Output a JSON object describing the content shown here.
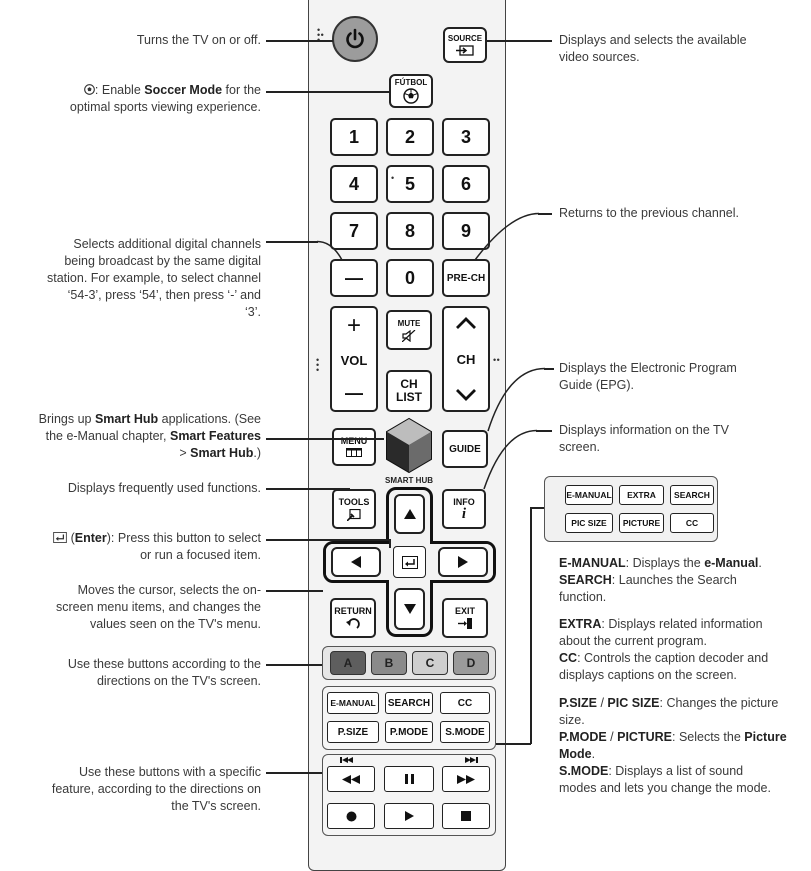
{
  "callouts_left": {
    "power": "Turns the TV on or off.",
    "soccer_prefix": ": Enable ",
    "soccer_bold": "Soccer Mode",
    "soccer_suffix": " for the",
    "soccer_line2": "optimal sports viewing experience.",
    "digital_channels": [
      "Selects additional digital channels",
      "being broadcast by the same digital",
      "station. For example, to select channel",
      "‘54-3’, press ‘54’, then press ‘-’ and",
      "‘3’."
    ],
    "smarthub_1a": "Brings up ",
    "smarthub_1b": "Smart Hub",
    "smarthub_1c": " applications. (See",
    "smarthub_2a": "the e-Manual chapter, ",
    "smarthub_2b": "Smart Features",
    "smarthub_3a": "> ",
    "smarthub_3b": "Smart Hub",
    "smarthub_3c": ".)",
    "tools": "Displays frequently used functions.",
    "enter_1a": " (",
    "enter_1b": "Enter",
    "enter_1c": "): Press this button to select",
    "enter_2": "or run a focused item.",
    "cursor": [
      "Moves the cursor, selects the on-",
      "screen menu items, and changes the",
      "values seen on the TV's menu."
    ],
    "color_buttons": [
      "Use these buttons according to the",
      "directions on the TV's screen."
    ],
    "playback": [
      "Use these buttons with a specific",
      "feature, according to the directions on",
      "the TV's screen."
    ]
  },
  "callouts_right": {
    "source": [
      "Displays and selects the available",
      "video sources."
    ],
    "prech": "Returns to the previous channel.",
    "guide": [
      "Displays the Electronic Program",
      "Guide (EPG)."
    ],
    "info": [
      "Displays information on the TV",
      "screen."
    ],
    "emanual_a": "E-MANUAL",
    "emanual_b": ": Displays the ",
    "emanual_c": "e-Manual",
    "emanual_d": ".",
    "search_a": "SEARCH",
    "search_b": ": Launches the Search",
    "search_c": "function.",
    "extra_a": "EXTRA",
    "extra_b": ": Displays related information",
    "extra_c": "about the current program.",
    "cc_a": "CC",
    "cc_b": ": Controls the caption decoder and",
    "cc_c": "displays captions on the screen.",
    "psize_a": "P.SIZE",
    "psize_sep": " / ",
    "psize_b": "PIC SIZE",
    "psize_c": ": Changes the picture",
    "psize_d": "size.",
    "pmode_a": "P.MODE",
    "pmode_sep": " / ",
    "pmode_b": "PICTURE",
    "pmode_c": ": Selects the ",
    "pmode_d": "Picture",
    "pmode_e": "Mode",
    "pmode_f": ".",
    "smode_a": "S.MODE",
    "smode_b": ": Displays a list of sound",
    "smode_c": "modes and lets you change the mode."
  },
  "remote": {
    "source": "SOURCE",
    "futbol": "FÚTBOL",
    "digits": [
      "1",
      "2",
      "3",
      "4",
      "5",
      "6",
      "7",
      "8",
      "9"
    ],
    "dash": "—",
    "zero": "0",
    "prech": "PRE-CH",
    "vol": "VOL",
    "vol_plus": "+",
    "vol_minus": "—",
    "mute": "MUTE",
    "ch": "CH",
    "chlist_1": "CH",
    "chlist_2": "LIST",
    "menu": "MENU",
    "guide": "GUIDE",
    "smart_hub": "SMART HUB",
    "tools": "TOOLS",
    "info": "INFO",
    "info_i": "i",
    "return": "RETURN",
    "exit": "EXIT",
    "colors": [
      "A",
      "B",
      "C",
      "D"
    ],
    "bottom_row1": [
      "E-MANUAL",
      "SEARCH",
      "CC"
    ],
    "bottom_row2": [
      "P.SIZE",
      "P.MODE",
      "S.MODE"
    ]
  },
  "side_panel": {
    "row1": [
      "E-MANUAL",
      "EXTRA",
      "SEARCH"
    ],
    "row2": [
      "PIC SIZE",
      "PICTURE",
      "CC"
    ]
  }
}
